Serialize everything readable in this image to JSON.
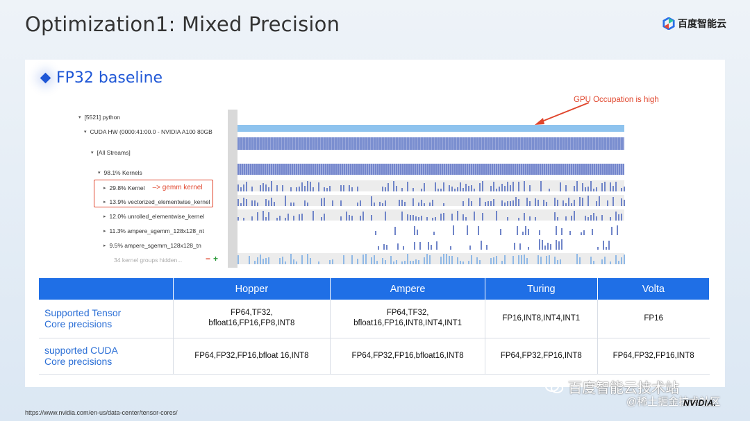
{
  "slide": {
    "title": "Optimization1: Mixed Precision",
    "brand_name": "百度智能云",
    "section_title": "FP32 baseline",
    "footer_url": "https://www.nvidia.com/en-us/data-center/tensor-cores/"
  },
  "timeline": {
    "annotation": "GPU Occupation is high",
    "tree": [
      {
        "label": "[5521] python"
      },
      {
        "label": "CUDA HW (0000:41:00.0 - NVIDIA A100 80GB"
      },
      {
        "label": "[All Streams]"
      },
      {
        "label": "98.1% Kernels"
      },
      {
        "label": "29.8% Kernel"
      },
      {
        "label": "13.9% vectorized_elementwise_kernel"
      },
      {
        "label": "12.0% unrolled_elementwise_kernel"
      },
      {
        "label": "11.3% ampere_sgemm_128x128_nt"
      },
      {
        "label": "9.5% ampere_sgemm_128x128_tn"
      },
      {
        "label": "34 kernel groups hidden..."
      }
    ],
    "gemm_note": "–> gemm kernel",
    "minus": "−",
    "plus": "+"
  },
  "table": {
    "headers": [
      "",
      "Hopper",
      "Ampere",
      "Turing",
      "Volta"
    ],
    "rows": [
      {
        "label_line1": "Supported Tensor",
        "label_line2": "Core precisions",
        "cells": [
          [
            "FP64,TF32,",
            "bfloat16,FP16,FP8,INT8"
          ],
          [
            "FP64,TF32,",
            "bfloat16,FP16,INT8,INT4,INT1"
          ],
          [
            "FP16,INT8,INT4,INT1",
            ""
          ],
          [
            "FP16",
            ""
          ]
        ]
      },
      {
        "label_line1": "supported CUDA",
        "label_line2": "Core precisions",
        "cells": [
          [
            "FP64,FP32,FP16,bfloat 16,INT8",
            ""
          ],
          [
            "FP64,FP32,FP16,bfloat16,INT8",
            ""
          ],
          [
            "FP64,FP32,FP16,INT8",
            ""
          ],
          [
            "FP64,FP32,FP16,INT8",
            ""
          ]
        ]
      }
    ]
  },
  "watermark": {
    "line1": "百度智能云技术站",
    "line2": "@稀土掘金技术社区",
    "nvidia": "NVIDIA."
  },
  "colors": {
    "accent": "#1f57d6",
    "table_header": "#1f6fe6",
    "annotation": "#e0452c",
    "lane_blue": "#7b8fd0",
    "lane_light": "#8fb8e6"
  }
}
